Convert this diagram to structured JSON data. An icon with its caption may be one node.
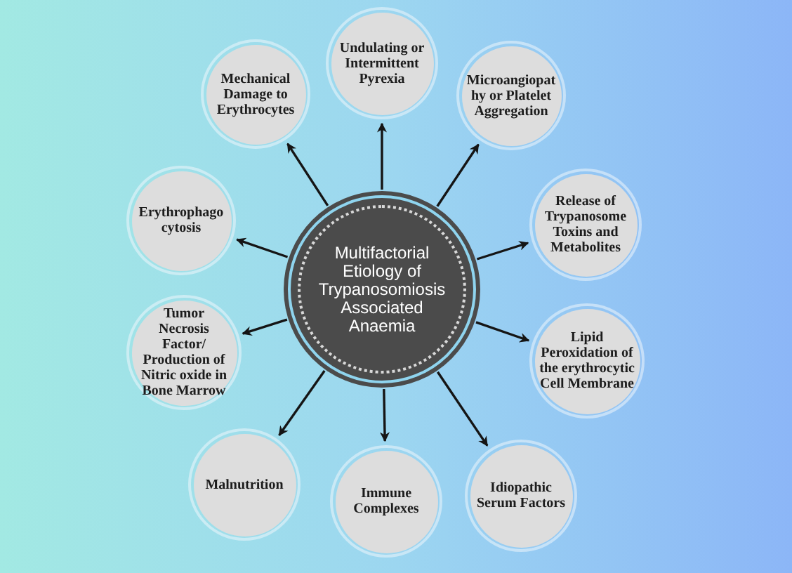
{
  "diagram": {
    "nodes": [
      {
        "text": [
          "Multifactorial Etiology of Trypanosomiosis Associated Anaemia"
        ]
      },
      {
        "text": [
          "Undulating or Intermittent Pyrexia"
        ]
      },
      {
        "text": [
          "Microangiopat hy or Platelet Aggregation"
        ]
      },
      {
        "text": [
          "Release of Trypanosome Toxins and Metabolites"
        ]
      },
      {
        "text": [
          "Lipid Peroxidation of the erythrocytic Cell Membrane"
        ]
      },
      {
        "text": [
          "Idiopathic Serum Factors"
        ]
      },
      {
        "text": [
          "Immune Complexes"
        ]
      },
      {
        "text": [
          "Malnutrition"
        ]
      },
      {
        "text": [
          "Tumor Necrosis Factor/ Production of Nitric oxide in Bone Marrow"
        ]
      },
      {
        "text": [
          "Erythrophago cytosis"
        ]
      },
      {
        "text": [
          "Mechanical Damage to Erythrocytes"
        ]
      }
    ],
    "edges": [
      {
        "from": 0,
        "to": 1,
        "arrow": "to"
      },
      {
        "from": 0,
        "to": 2,
        "arrow": "to"
      },
      {
        "from": 0,
        "to": 3,
        "arrow": "to"
      },
      {
        "from": 0,
        "to": 4,
        "arrow": "to"
      },
      {
        "from": 0,
        "to": 5,
        "arrow": "to"
      },
      {
        "from": 0,
        "to": 6,
        "arrow": "to"
      },
      {
        "from": 0,
        "to": 7,
        "arrow": "to"
      },
      {
        "from": 0,
        "to": 8,
        "arrow": "to"
      },
      {
        "from": 0,
        "to": 9,
        "arrow": "to"
      },
      {
        "from": 0,
        "to": 10,
        "arrow": "to"
      }
    ]
  }
}
